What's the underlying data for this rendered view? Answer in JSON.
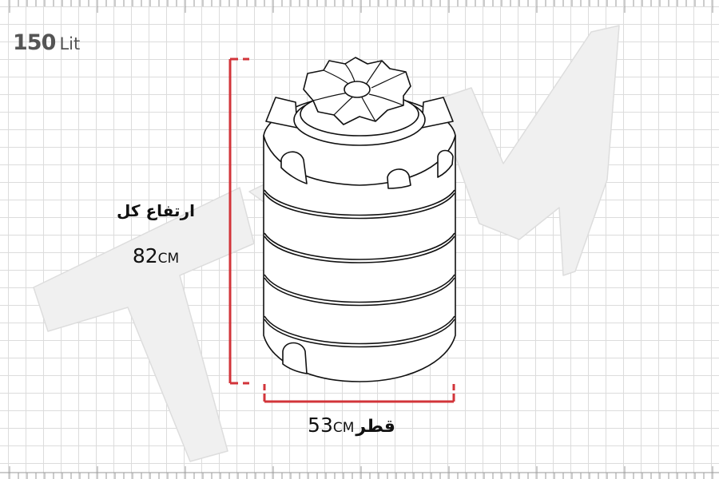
{
  "capacity": {
    "value": "150",
    "unit": "Lit"
  },
  "height": {
    "label": "ارتفاع کل",
    "value": "82",
    "unit": "CM"
  },
  "diameter": {
    "label": "قطر",
    "value": "53",
    "unit": "CM"
  },
  "watermark": {
    "text": "TPY"
  },
  "colors": {
    "dimension_line": "#d2343a",
    "grid": "#dcdcdc",
    "watermark": "#f0f0f0",
    "outline": "#111111"
  }
}
